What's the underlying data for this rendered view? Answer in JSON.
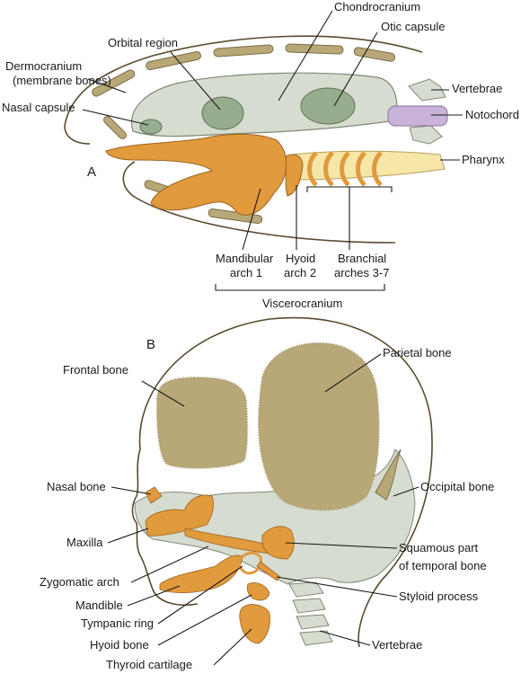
{
  "panel_a": {
    "letter": "A",
    "labels": {
      "chondrocranium": "Chondrocranium",
      "otic_capsule": "Otic capsule",
      "orbital_region": "Orbital region",
      "dermocranium_1": "Dermocranium",
      "dermocranium_2": "(membrane bones)",
      "vertebrae": "Vertebrae",
      "nasal_capsule": "Nasal capsule",
      "notochord": "Notochord",
      "pharynx": "Pharynx",
      "mandibular_1": "Mandibular",
      "mandibular_2": "arch 1",
      "hyoid_1": "Hyoid",
      "hyoid_2": "arch 2",
      "branchial_1": "Branchial",
      "branchial_2": "arches 3-7",
      "viscerocranium": "Viscerocranium"
    }
  },
  "panel_b": {
    "letter": "B",
    "labels": {
      "frontal_bone": "Frontal bone",
      "parietal_bone": "Parietal bone",
      "nasal_bone": "Nasal bone",
      "occipital_bone": "Occipital bone",
      "maxilla": "Maxilla",
      "squamous_1": "Squamous part",
      "squamous_2": "of temporal bone",
      "zygomatic_arch": "Zygomatic arch",
      "styloid_process": "Styloid process",
      "mandible": "Mandible",
      "tympanic_ring": "Tympanic ring",
      "hyoid_bone": "Hyoid bone",
      "vertebrae": "Vertebrae",
      "thyroid_cartilage": "Thyroid cartilage"
    }
  },
  "colors": {
    "chondrocranium_gray": "#d6dccf",
    "capsule_green": "#98ad90",
    "dermal_tan": "#b8a878",
    "viscero_orange": "#e19a3c",
    "notochord_lilac": "#c9b3d8",
    "pharynx_cream": "#f6e6a8",
    "outline_brown": "#5a4a30"
  }
}
